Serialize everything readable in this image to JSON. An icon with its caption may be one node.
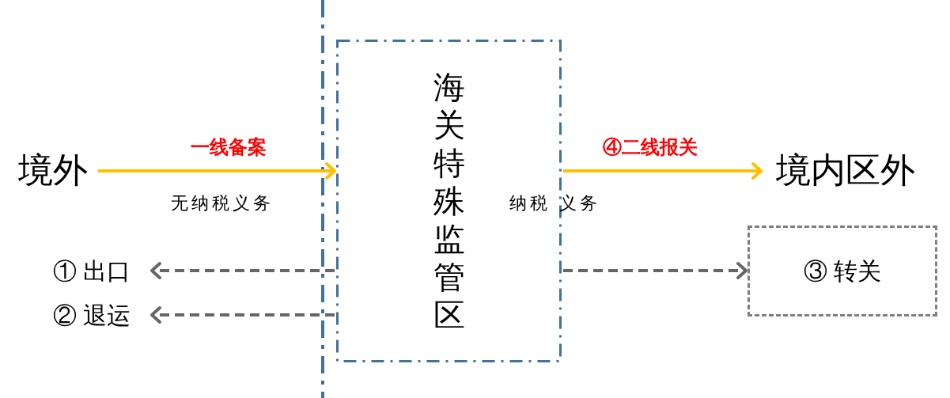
{
  "diagram": {
    "nodes": [
      {
        "text": [
          "境外"
        ]
      },
      {
        "text": [
          "海关特殊监管区"
        ]
      },
      {
        "text": [
          "境内区外"
        ]
      },
      {
        "text": [
          "① 出口"
        ]
      },
      {
        "text": [
          "② 退运"
        ]
      },
      {
        "text": [
          "③ 转关"
        ]
      }
    ],
    "edges": [
      {
        "from": 0,
        "to": 1,
        "arrow": "to",
        "label": "一线备案",
        "color": "#ffc000"
      },
      {
        "from": 1,
        "to": 2,
        "arrow": "to",
        "label": "④二线报关",
        "color": "#ffc000"
      },
      {
        "from": 1,
        "to": 3,
        "arrow": "to",
        "style": "dashed"
      },
      {
        "from": 1,
        "to": 4,
        "arrow": "to",
        "style": "dashed"
      },
      {
        "from": 1,
        "to": 5,
        "arrow": "to",
        "style": "dashed"
      }
    ],
    "labels": [
      "无纳税义务",
      "纳税 义务"
    ]
  }
}
